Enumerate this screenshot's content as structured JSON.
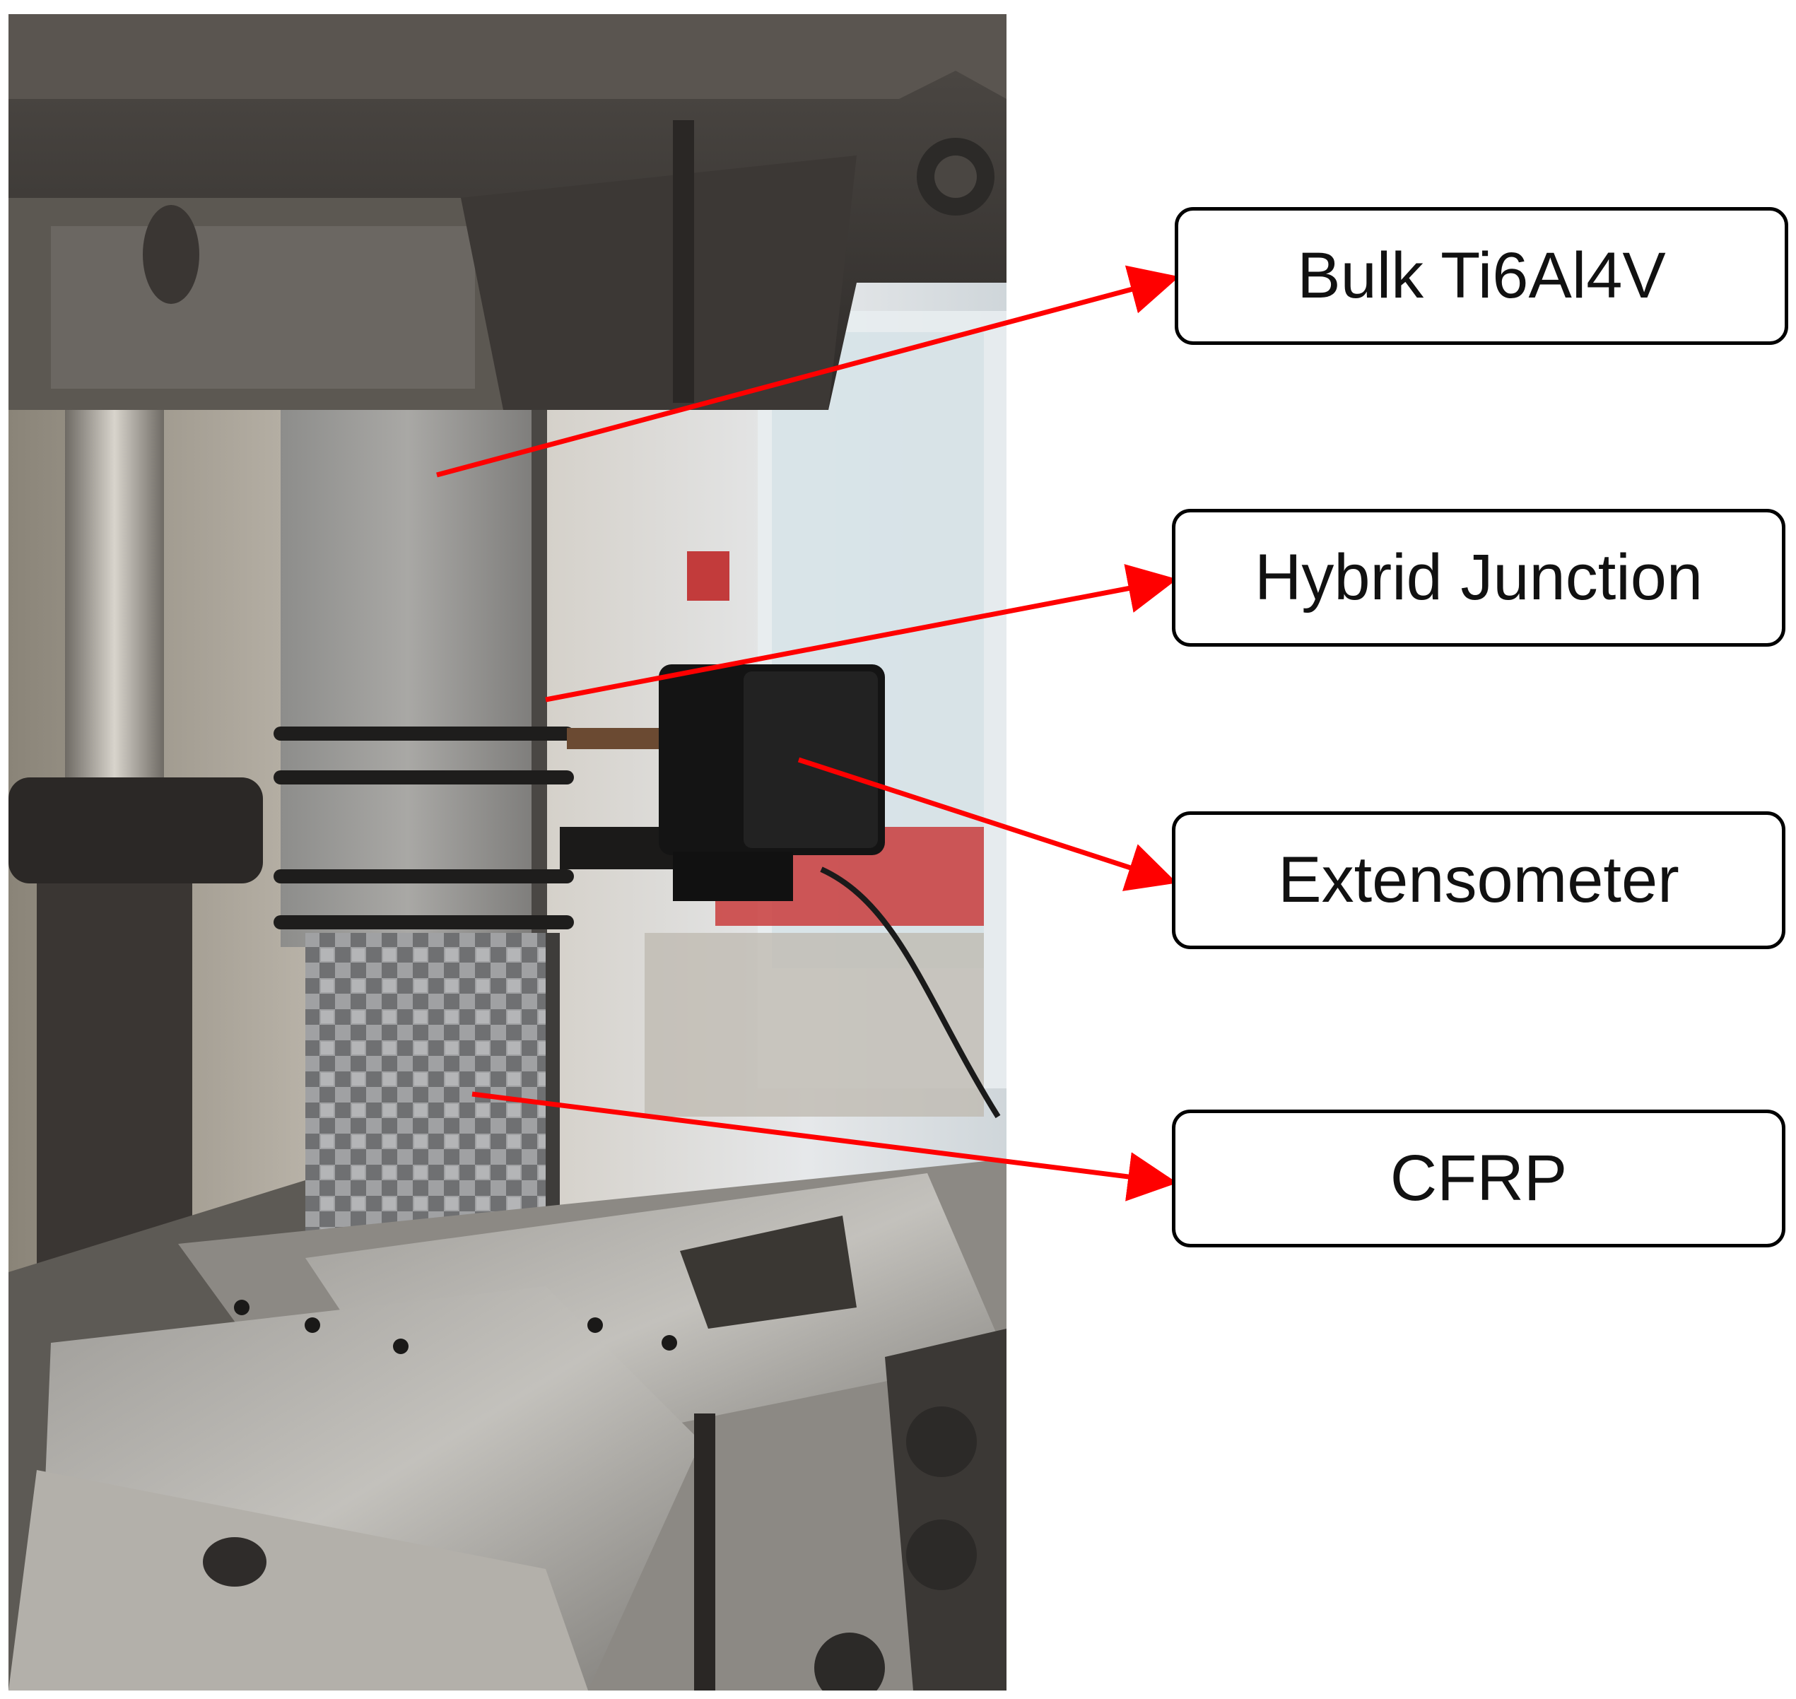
{
  "labels": {
    "bulk": "Bulk Ti6Al4V",
    "hybrid": "Hybrid Junction",
    "extensometer": "Extensometer",
    "cfrp": "CFRP"
  },
  "colors": {
    "arrow": "#ff0000",
    "box_border": "#000000"
  }
}
